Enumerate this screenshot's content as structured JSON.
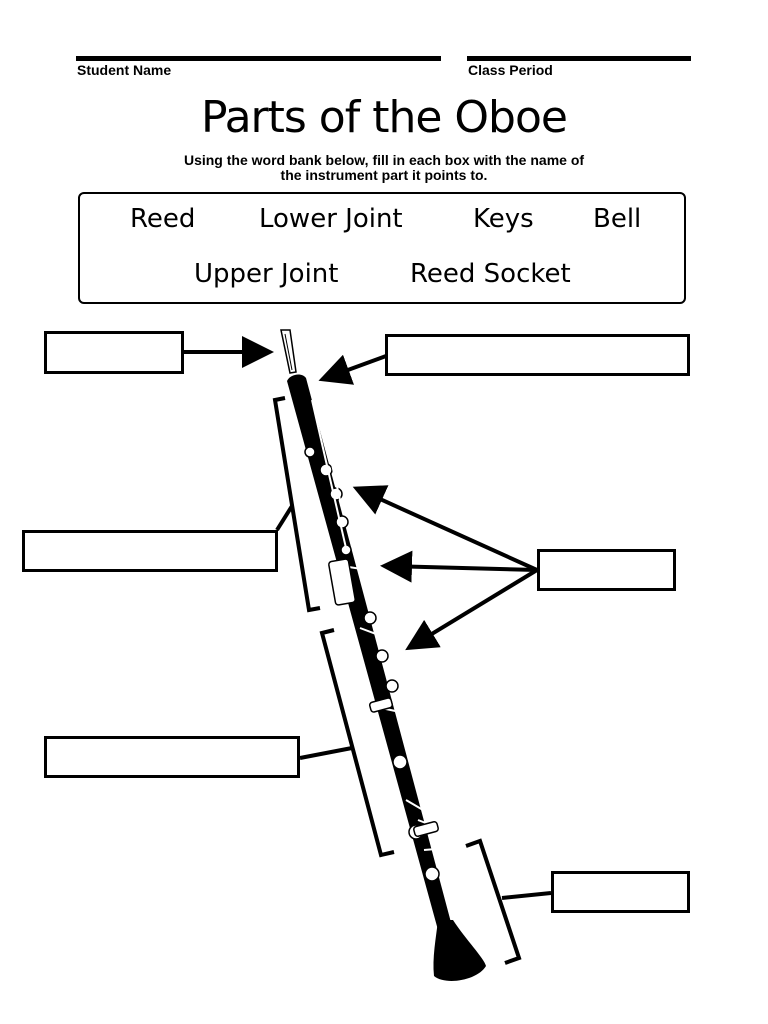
{
  "header": {
    "student_name_label": "Student Name",
    "class_period_label": "Class Period"
  },
  "title": "Parts of the Oboe",
  "instructions_line1": "Using the word bank below, fill in each box with the name of",
  "instructions_line2": "the instrument part it points to.",
  "word_bank": {
    "words": [
      "Reed",
      "Lower Joint",
      "Keys",
      "Bell",
      "Upper Joint",
      "Reed Socket"
    ]
  },
  "answer_boxes": {
    "reed": "",
    "reed_socket": "",
    "upper_joint": "",
    "keys": "",
    "lower_joint": "",
    "bell": ""
  }
}
